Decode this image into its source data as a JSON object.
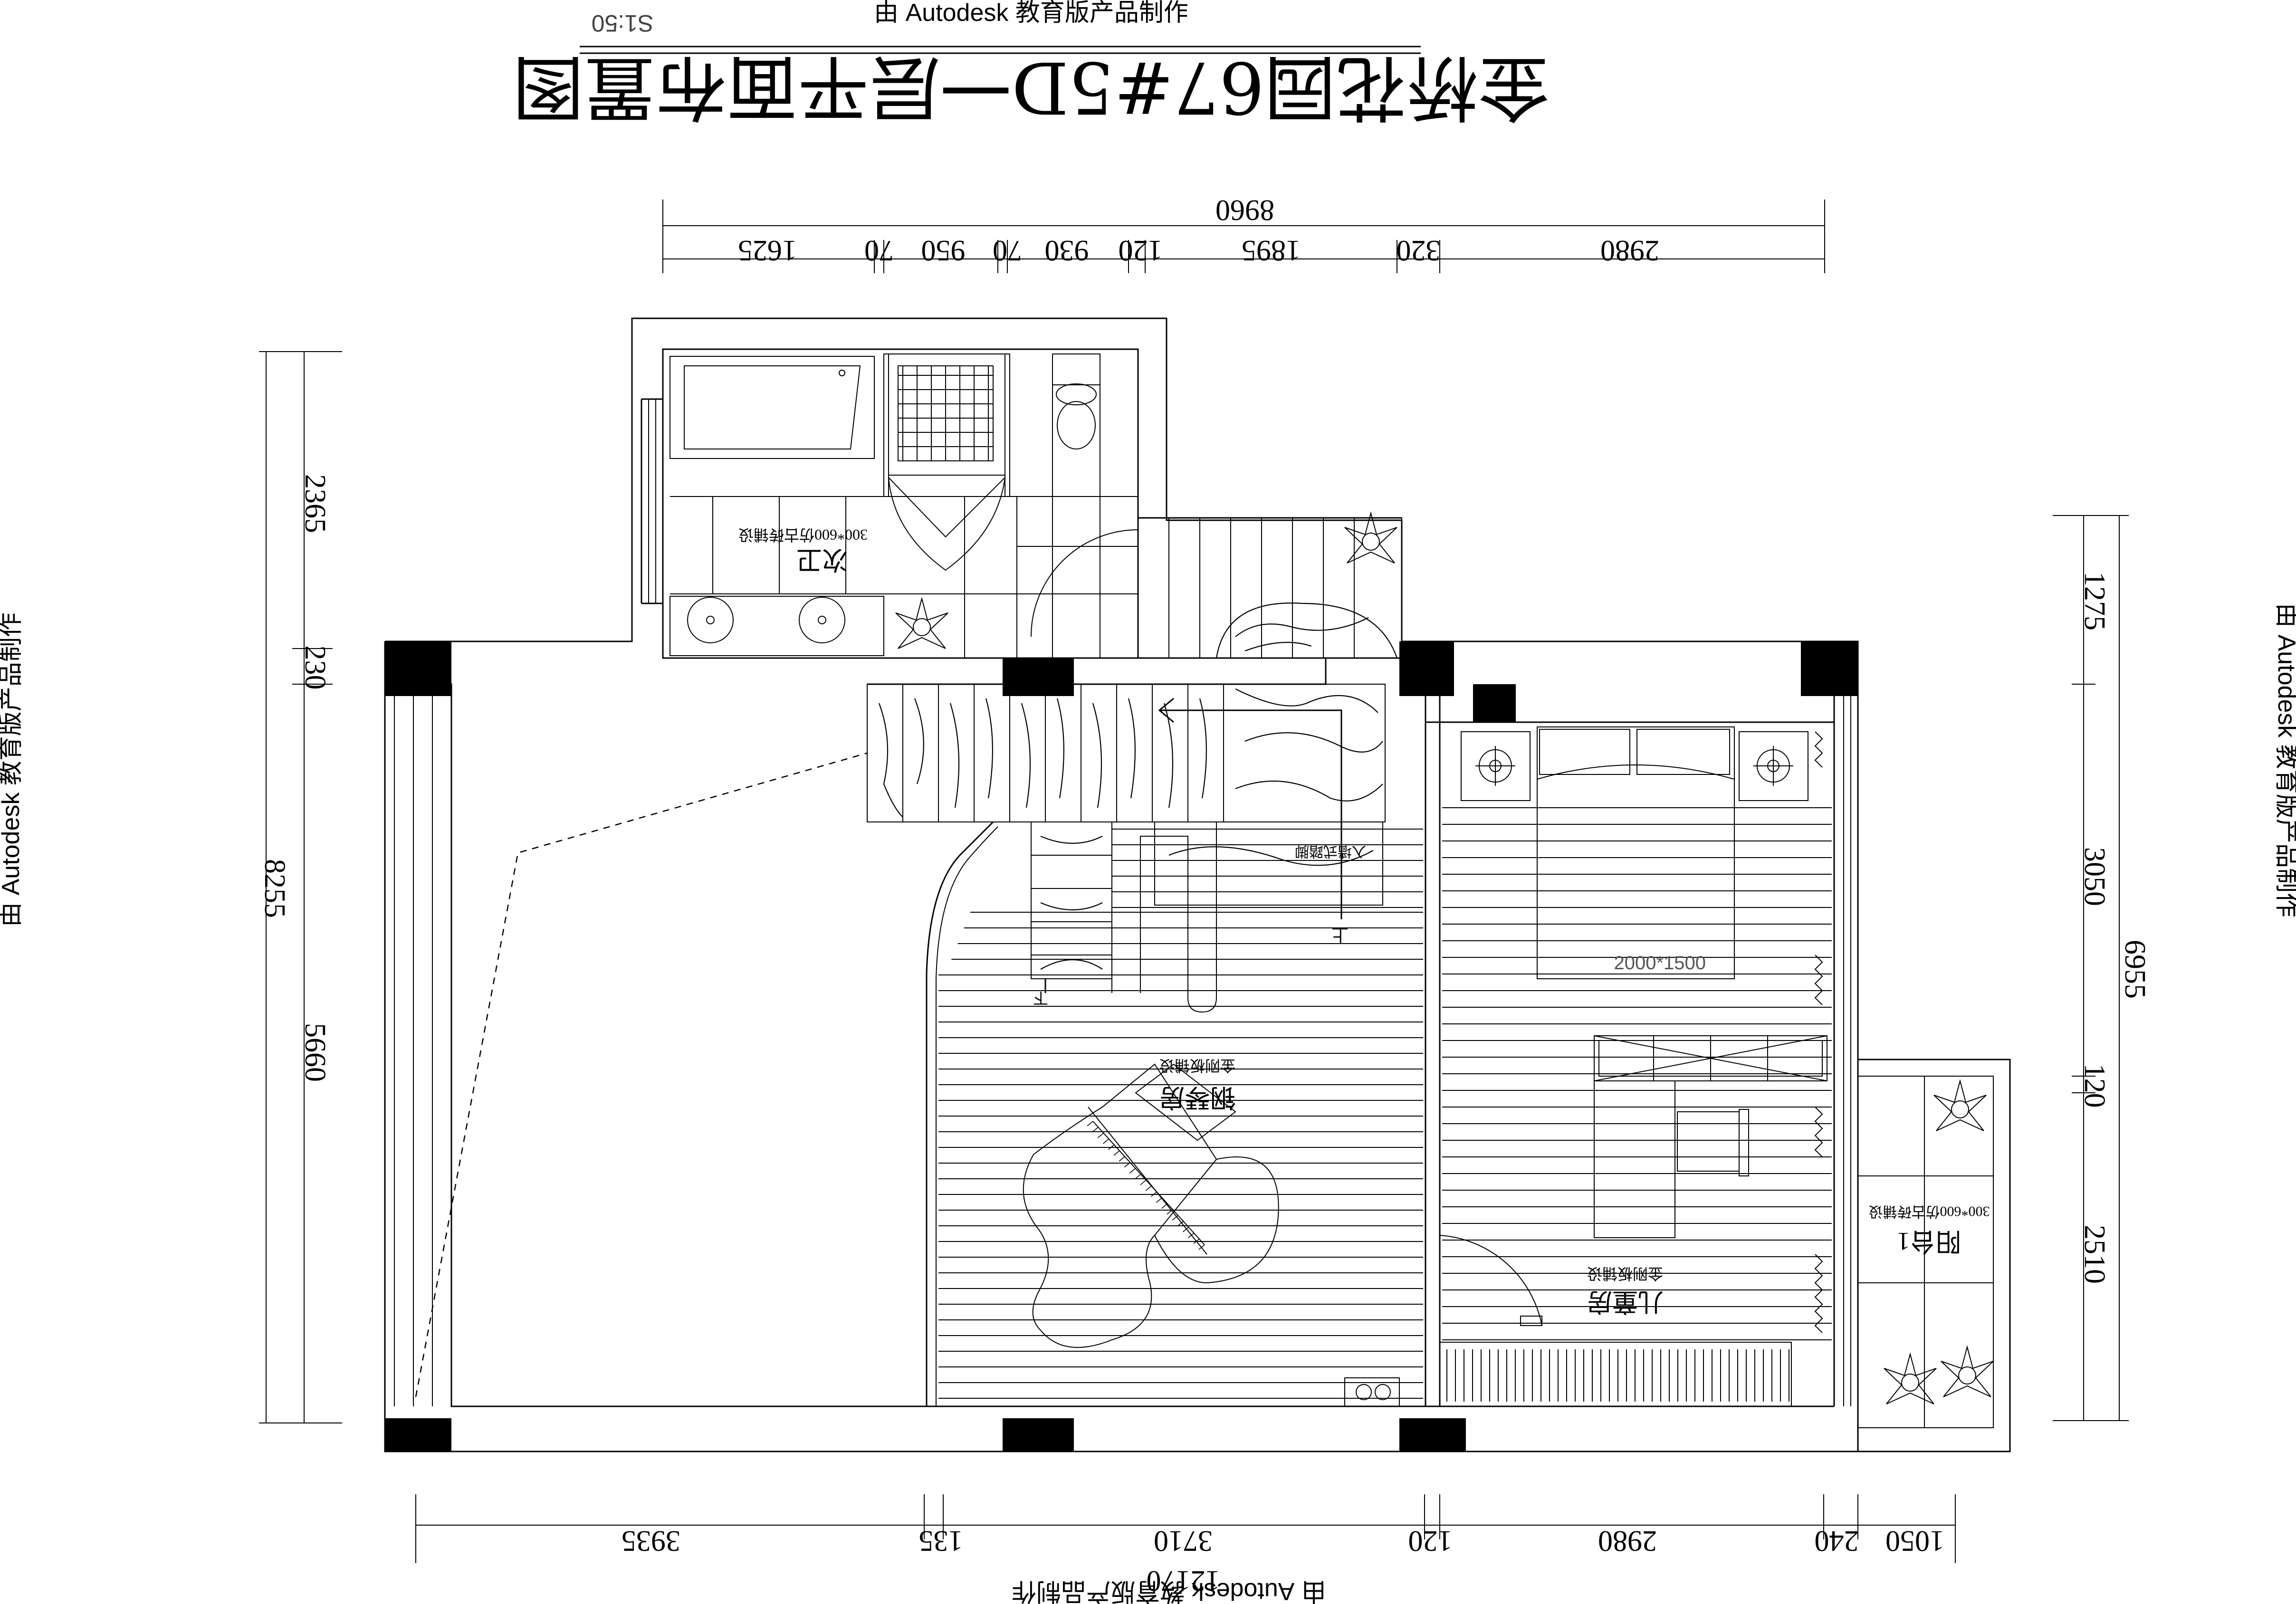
{
  "watermark": "由 Autodesk 教育版产品制作",
  "title": "金桥花园67#5D一层平面布置图",
  "scale": "S1:50",
  "rooms": {
    "guest_bath": {
      "name": "次卫",
      "note": "300*600仿古砖铺设"
    },
    "piano_room": {
      "name": "钢琴房",
      "note": "金刚板铺设"
    },
    "kids_room": {
      "name": "儿童房",
      "note": "金刚板铺设"
    },
    "balcony": {
      "name": "阳台1",
      "note": "300*600仿古砖铺设"
    },
    "stair_up": "上",
    "stair_down": "下",
    "stair_note": "入墙式踏脚",
    "bed_size": "2000*1500"
  },
  "dims": {
    "top_total": "8960",
    "top": [
      "1625",
      "70",
      "950",
      "70",
      "930",
      "120",
      "1895",
      "320",
      "2980"
    ],
    "bottom_total": "12170",
    "bottom": [
      "3935",
      "135",
      "3710",
      "120",
      "2980",
      "240",
      "1050"
    ],
    "left_total": "8255",
    "left": [
      "2365",
      "230",
      "5660"
    ],
    "right_total": "6955",
    "right": [
      "1275",
      "3050",
      "120",
      "2510"
    ]
  },
  "colors": {
    "line": "#000000",
    "background": "#ffffff"
  }
}
